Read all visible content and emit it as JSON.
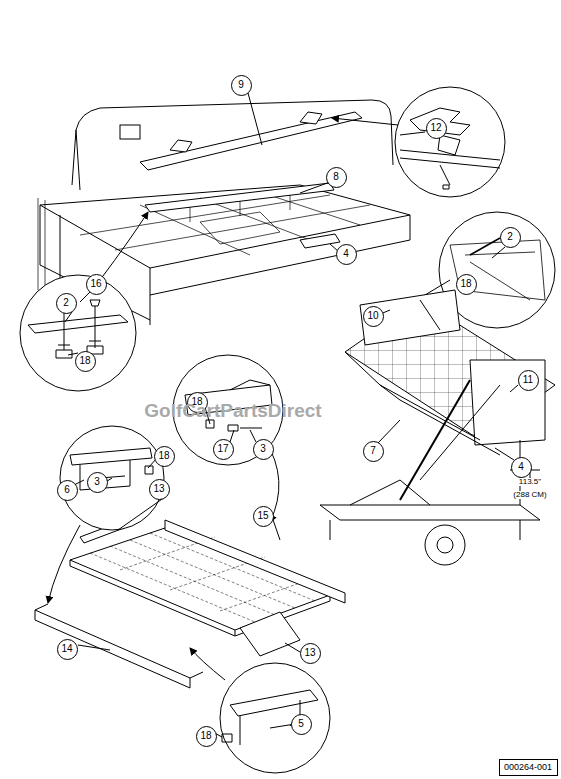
{
  "diagram": {
    "nodes": [
      {
        "text": [
          "9"
        ]
      },
      {
        "text": [
          "12"
        ]
      },
      {
        "text": [
          "8"
        ]
      },
      {
        "text": [
          "2"
        ]
      },
      {
        "text": [
          "4"
        ]
      },
      {
        "text": [
          "16"
        ]
      },
      {
        "text": [
          "18"
        ]
      },
      {
        "text": [
          "2"
        ]
      },
      {
        "text": [
          "10"
        ]
      },
      {
        "text": [
          "18"
        ]
      },
      {
        "text": [
          "11"
        ]
      },
      {
        "text": [
          "18"
        ]
      },
      {
        "text": [
          "17"
        ]
      },
      {
        "text": [
          "3"
        ]
      },
      {
        "text": [
          "7"
        ]
      },
      {
        "text": [
          "18"
        ]
      },
      {
        "text": [
          "4"
        ]
      },
      {
        "text": [
          "3"
        ]
      },
      {
        "text": [
          "6"
        ]
      },
      {
        "text": [
          "13"
        ]
      },
      {
        "text": [
          "15"
        ]
      },
      {
        "text": [
          "14"
        ]
      },
      {
        "text": [
          "13"
        ]
      },
      {
        "text": [
          "5"
        ]
      },
      {
        "text": [
          "18"
        ]
      },
      {
        "text": [
          "000264-001"
        ]
      }
    ],
    "labels": [
      "GolfCartPartsDirect",
      "113.5\"",
      "(288 CM)"
    ]
  }
}
